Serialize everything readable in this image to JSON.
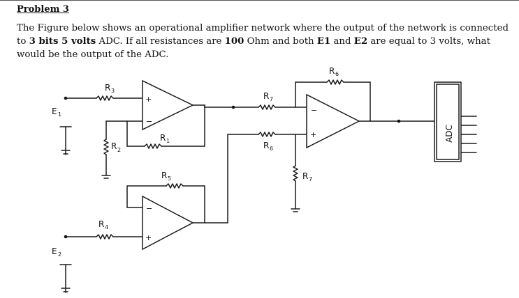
{
  "heading": "Problem 3",
  "text": {
    "part1": "The Figure below shows an operational amplifier network where the output of the network is connected to ",
    "bits": "3 bits 5 volts",
    "part2": " ADC. If all resistances are ",
    "res": "100",
    "part3": " Ohm and both ",
    "e1": "E1",
    "part4": " and ",
    "e2": "E2",
    "part5": " are equal to 3 volts, what would be the output of the ADC."
  },
  "diagram": {
    "labels": {
      "r3": {
        "main": "R",
        "sub": "3"
      },
      "r2": {
        "main": "R",
        "sub": "2"
      },
      "r1": {
        "main": "R",
        "sub": "1"
      },
      "r5": {
        "main": "R",
        "sub": "5"
      },
      "r4": {
        "main": "R",
        "sub": "4"
      },
      "r7a": {
        "main": "R",
        "sub": "7"
      },
      "r6": {
        "main": "R",
        "sub": "6"
      },
      "r6top": {
        "main": "R",
        "sub": "6"
      },
      "r7b": {
        "main": "R",
        "sub": "7"
      },
      "e1": {
        "main": "E",
        "sub": "1"
      },
      "e2": {
        "main": "E",
        "sub": "2"
      }
    },
    "adc": "ADC",
    "plus": "+",
    "minus": "−"
  }
}
